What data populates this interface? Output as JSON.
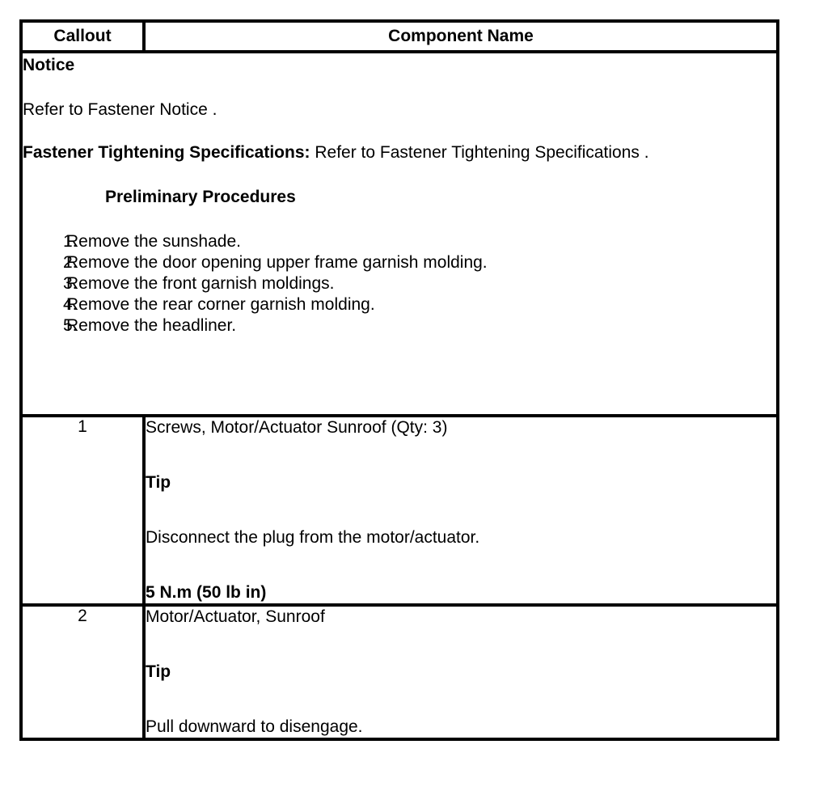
{
  "table": {
    "headers": {
      "callout": "Callout",
      "component_name": "Component Name"
    },
    "notice": {
      "title": "Notice",
      "notice_text": "Refer to Fastener Notice .",
      "fastener_label": "Fastener Tightening Specifications:",
      "fastener_text": " Refer to Fastener Tightening Specifications .",
      "preliminary_heading": "Preliminary Procedures",
      "steps": [
        {
          "num": "1.",
          "text": "Remove the sunshade."
        },
        {
          "num": "2.",
          "text": "Remove the door opening upper frame garnish molding."
        },
        {
          "num": "3.",
          "text": "Remove the front garnish moldings."
        },
        {
          "num": "4.",
          "text": "Remove the rear corner garnish molding."
        },
        {
          "num": "5.",
          "text": "Remove the headliner."
        }
      ]
    },
    "rows": [
      {
        "callout": "1",
        "component": "Screws, Motor/Actuator Sunroof (Qty: 3)",
        "tip_label": "Tip",
        "tip_text": "Disconnect the plug from the motor/actuator.",
        "torque": "5 N.m (50 lb in)"
      },
      {
        "callout": "2",
        "component": "Motor/Actuator, Sunroof",
        "tip_label": "Tip",
        "tip_text": "Pull downward to disengage.",
        "torque": ""
      }
    ]
  },
  "colors": {
    "border": "#000000",
    "text": "#000000",
    "background": "#ffffff"
  }
}
